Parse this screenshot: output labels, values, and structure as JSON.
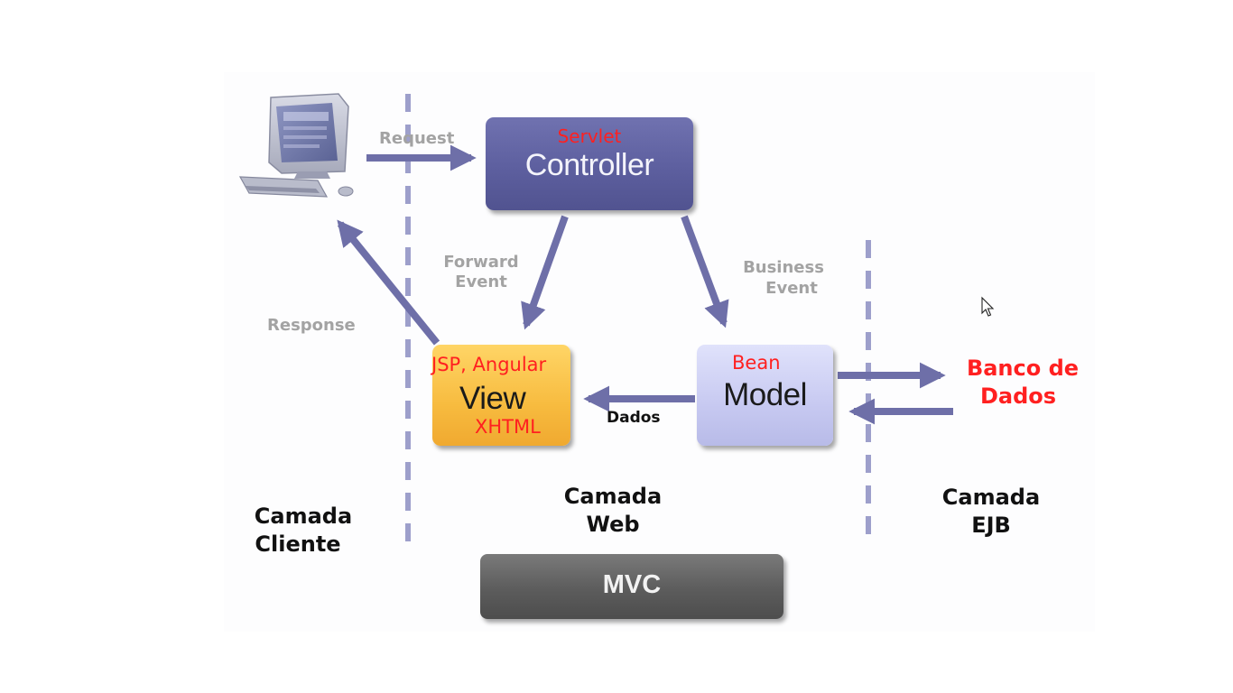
{
  "diagram": {
    "controller": {
      "tag": "Servlet",
      "title": "Controller"
    },
    "view": {
      "tag_top": "JSP, Angular",
      "title": "View",
      "tag_bottom": "XHTML"
    },
    "model": {
      "tag": "Bean",
      "title": "Model"
    },
    "arrows": {
      "request": "Request",
      "response": "Response",
      "forward_event": [
        "Forward",
        "Event"
      ],
      "business_event": [
        "Business",
        "Event"
      ],
      "dados": "Dados"
    },
    "database": [
      "Banco de",
      "Dados"
    ],
    "layers": {
      "client": [
        "Camada",
        "Cliente"
      ],
      "web": [
        "Camada",
        "Web"
      ],
      "ejb": [
        "Camada",
        "EJB"
      ]
    },
    "pattern": "MVC"
  },
  "colors": {
    "controller": "#5d5f9f",
    "view": "#f7bb3f",
    "model": "#c7c9f1",
    "mvc": "#5c5c5c",
    "arrow": "#6e6fa8",
    "accent_red": "#ff2020",
    "label_gray": "#a3a3a3"
  }
}
